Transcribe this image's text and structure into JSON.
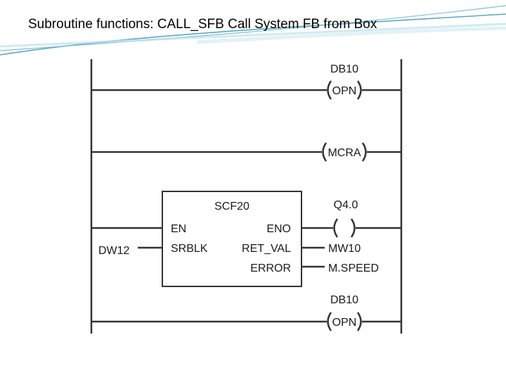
{
  "slide": {
    "title": "Subroutine functions: CALL_SFB Call System FB from Box"
  },
  "ladder": {
    "rung1": {
      "address": "DB10",
      "coil": "OPN"
    },
    "rung2": {
      "coil": "MCRA"
    },
    "rung3": {
      "box": {
        "name": "SCF20",
        "input_en": "EN",
        "input_srblk": "SRBLK",
        "output_eno": "ENO",
        "output_ret_val": "RET_VAL",
        "output_error": "ERROR"
      },
      "srblk_operand": "DW12",
      "eno_coil_address": "Q4.0",
      "ret_val_operand": "MW10",
      "error_operand": "M.SPEED"
    },
    "rung4": {
      "address": "DB10",
      "coil": "OPN"
    }
  },
  "colors": {
    "wire": "#333333",
    "decor_teal": "#5aa9c4",
    "decor_light": "#bfe0ec"
  }
}
